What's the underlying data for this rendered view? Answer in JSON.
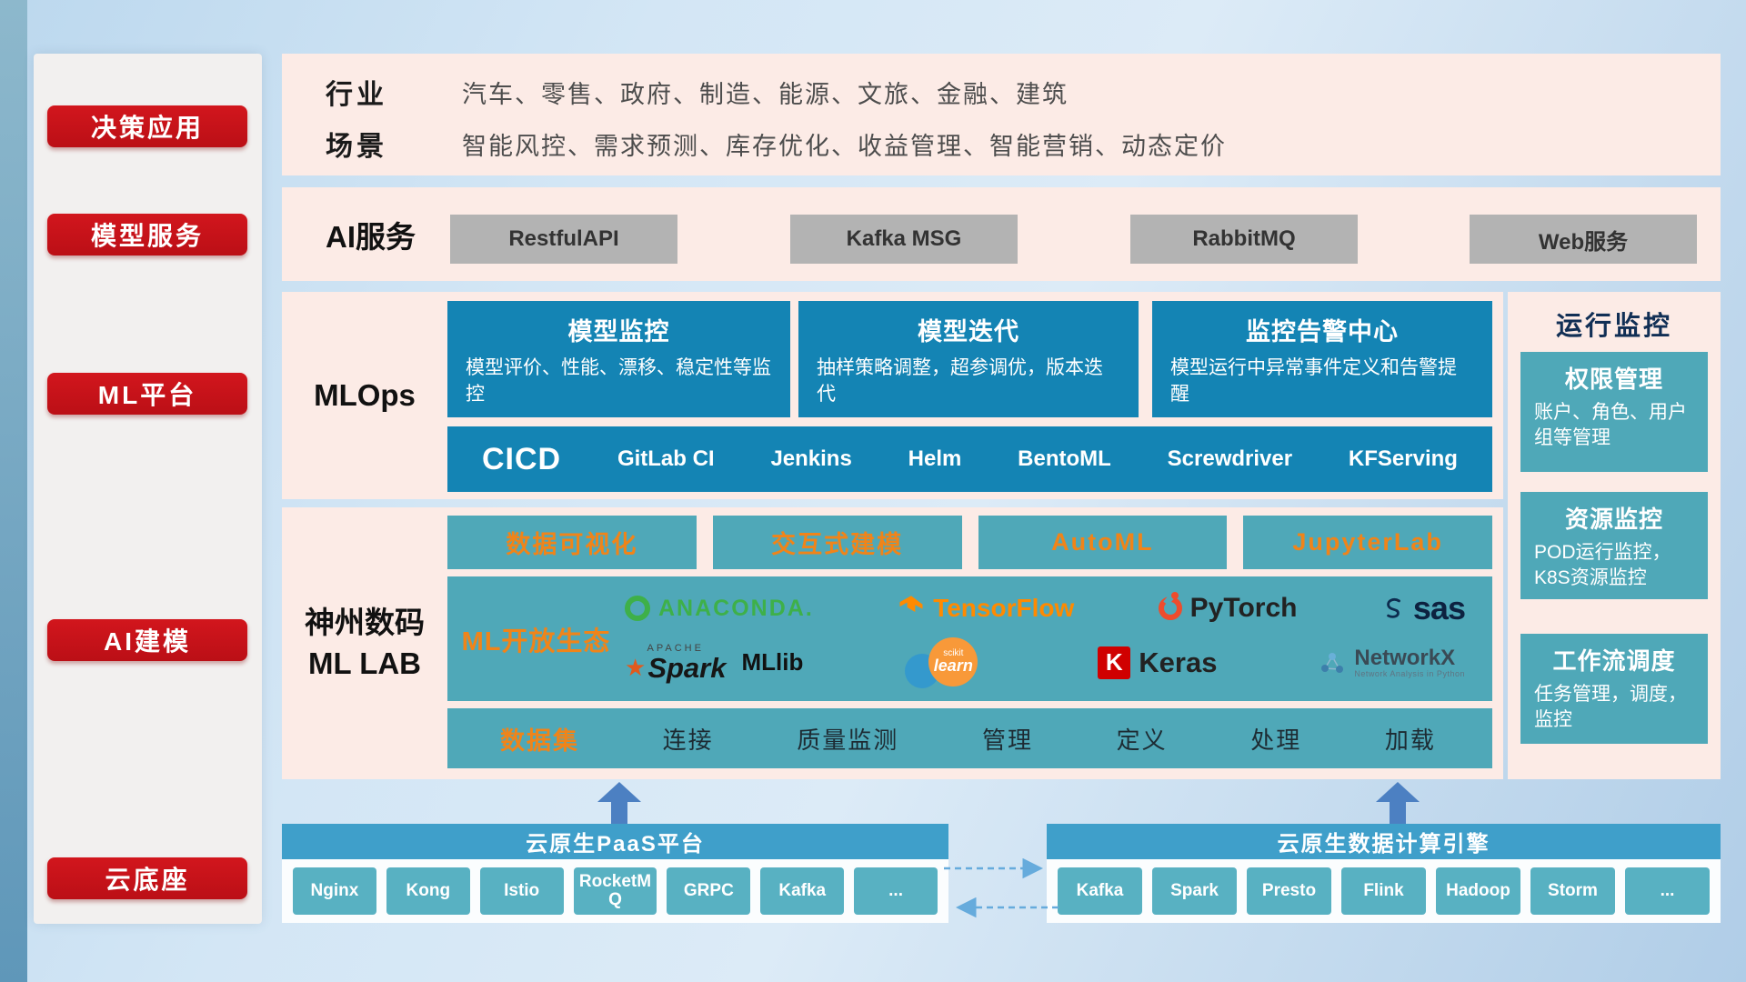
{
  "sidebar": {
    "items": [
      {
        "label": "决策应用"
      },
      {
        "label": "模型服务"
      },
      {
        "label": "ML平台"
      },
      {
        "label": "AI建模"
      },
      {
        "label": "云底座"
      }
    ]
  },
  "industry": {
    "row1_label": "行业",
    "row1_value": "汽车、零售、政府、制造、能源、文旅、金融、建筑",
    "row2_label": "场景",
    "row2_value": "智能风控、需求预测、库存优化、收益管理、智能营销、动态定价"
  },
  "ai_service": {
    "label": "AI服务",
    "buttons": [
      "RestfulAPI",
      "Kafka MSG",
      "RabbitMQ",
      "Web服务"
    ]
  },
  "mlops": {
    "label": "MLOps",
    "cards": [
      {
        "title": "模型监控",
        "desc": "模型评价、性能、漂移、稳定性等监控"
      },
      {
        "title": "模型迭代",
        "desc": "抽样策略调整，超参调优，版本迭代"
      },
      {
        "title": "监控告警中心",
        "desc": "模型运行中异常事件定义和告警提醒"
      }
    ],
    "cicd_label": "CICD",
    "cicd_items": [
      "GitLab CI",
      "Jenkins",
      "Helm",
      "BentoML",
      "Screwdriver",
      "KFServing"
    ]
  },
  "mllab": {
    "label_line1": "神州数码",
    "label_line2": "ML LAB",
    "tools": [
      "数据可视化",
      "交互式建模",
      "AutoML",
      "JupyterLab"
    ],
    "eco_label": "ML开放生态",
    "logos": {
      "anaconda": "ANACONDA.",
      "tensorflow": "TensorFlow",
      "pytorch": "PyTorch",
      "sas": "sas",
      "apache": "APACHE",
      "spark": "Spark",
      "mllib": "MLlib",
      "scikit_top": "scikit",
      "scikit_learn": "learn",
      "keras_k": "K",
      "keras": "Keras",
      "networkx": "NetworkX",
      "networkx_sub": "Network Analysis in Python"
    },
    "data_row": {
      "label": "数据集",
      "items": [
        "连接",
        "质量监测",
        "管理",
        "定义",
        "处理",
        "加载"
      ]
    }
  },
  "monitor": {
    "title": "运行监控",
    "cards": [
      {
        "title": "权限管理",
        "desc": "账户、角色、用户组等管理"
      },
      {
        "title": "资源监控",
        "desc": "POD运行监控，K8S资源监控"
      },
      {
        "title": "工作流调度",
        "desc": "任务管理，调度，监控"
      }
    ]
  },
  "cloud": {
    "paas_title": "云原生PaaS平台",
    "paas_items": [
      "Nginx",
      "Kong",
      "Istio",
      "RocketMQ",
      "GRPC",
      "Kafka",
      "..."
    ],
    "engine_title": "云原生数据计算引擎",
    "engine_items": [
      "Kafka",
      "Spark",
      "Presto",
      "Flink",
      "Hadoop",
      "Storm",
      "..."
    ]
  },
  "colors": {
    "red": "#c9161d",
    "dark_teal": "#1484b4",
    "light_teal": "#4fa8b8",
    "orange": "#f08419",
    "header_blue": "#3f9fca",
    "chip_teal": "#58b1c2"
  }
}
